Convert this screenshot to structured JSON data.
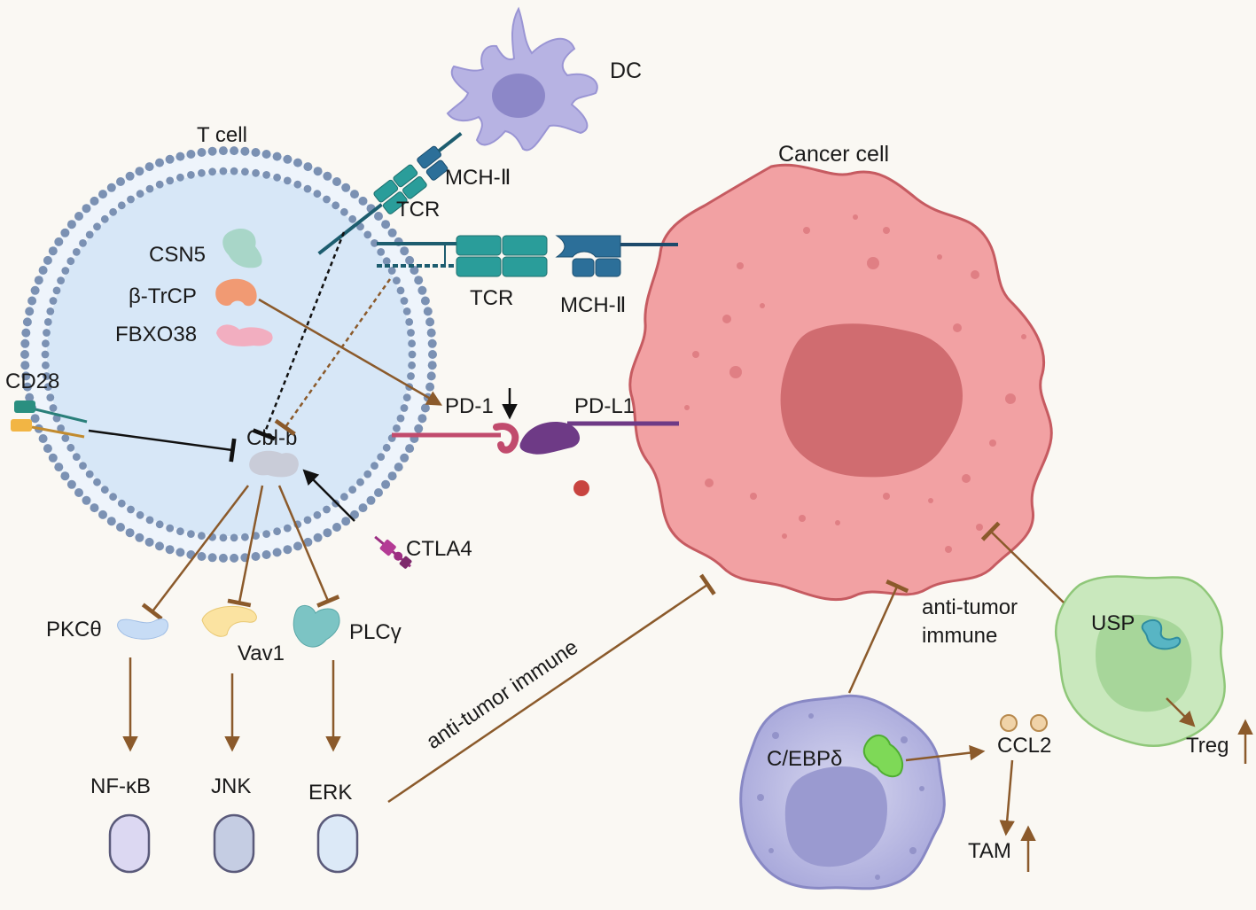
{
  "labels": {
    "dc": "DC",
    "t_cell": "T cell",
    "cancer_cell": "Cancer cell",
    "mhc_top": "MCH-Ⅱ",
    "tcr_top": "TCR",
    "tcr_mid": "TCR",
    "mhc_mid": "MCH-Ⅱ",
    "csn5": "CSN5",
    "btrcp": "β-TrCP",
    "fbxo38": "FBXO38",
    "cd28": "CD28",
    "pd1": "PD-1",
    "pdl1": "PD-L1",
    "cblb": "Cbl-b",
    "ctla4": "CTLA4",
    "pkc": "PKCθ",
    "vav1": "Vav1",
    "plcg": "PLCγ",
    "nfkb": "NF-κB",
    "jnk": "JNK",
    "erk": "ERK",
    "anti_tumor_1": "anti-tumor immune",
    "anti_tumor_2_line1": "anti-tumor",
    "anti_tumor_2_line2": "immune",
    "usp": "USP",
    "treg": "Treg",
    "cebp": "C/EBPδ",
    "ccl2": "CCL2",
    "tam": "TAM"
  },
  "colors": {
    "background": "#faf8f3",
    "membrane_bead": "#7b91b3",
    "t_cell_fill": "#d7e7f7",
    "cancer_fill": "#f2a1a3",
    "cancer_nucleus": "#d06c70",
    "dc_fill": "#b7b3e3",
    "tcr_teal": "#2a9d9a",
    "mhc_blue": "#2c6f99",
    "arrow_brown": "#8b5a2b",
    "treg_fill": "#c9e8bd",
    "macrophage_fill": "#c3c3e8"
  }
}
